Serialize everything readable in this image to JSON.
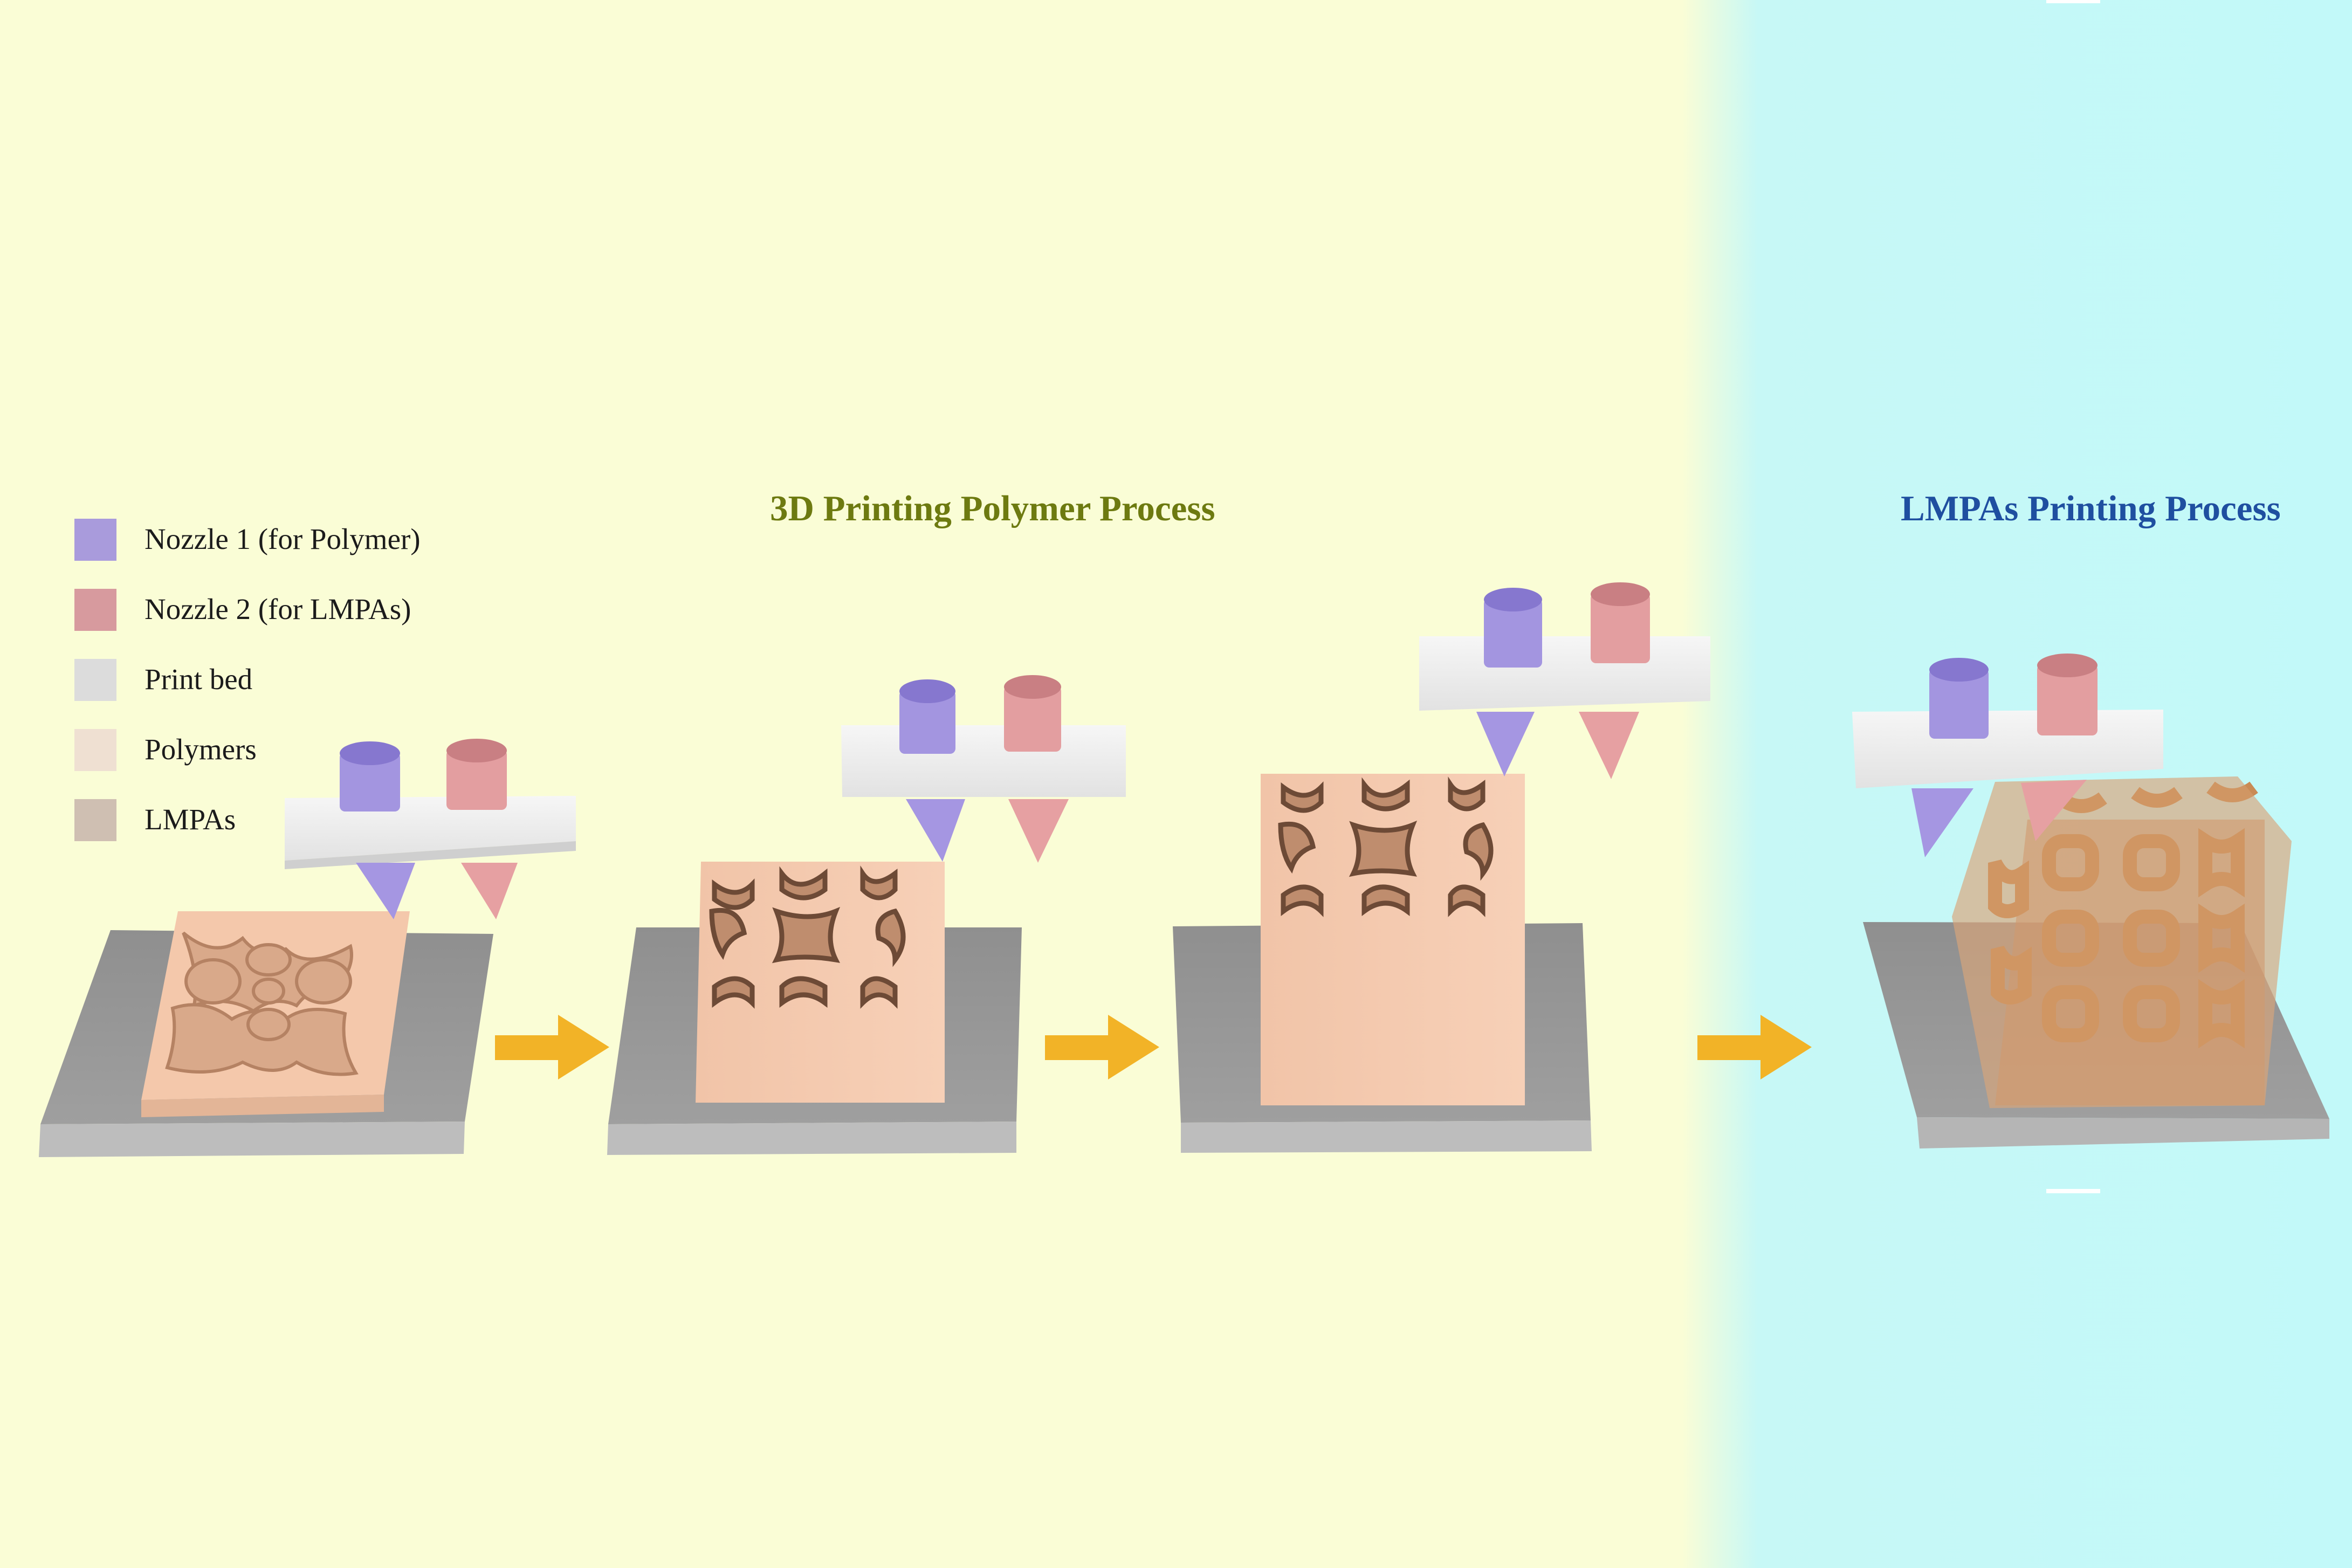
{
  "titles": {
    "polymer_process": "3D Printing Polymer Process",
    "lmpa_process": "LMPAs Printing Process"
  },
  "legend": [
    {
      "label": "Nozzle 1 (for Polymer)",
      "color": "#a99bdc"
    },
    {
      "label": "Nozzle 2 (for LMPAs)",
      "color": "#d79a9e"
    },
    {
      "label": "Print bed",
      "color": "#dcdcdc"
    },
    {
      "label": "Polymers",
      "color": "#efe0d2"
    },
    {
      "label": "LMPAs",
      "color": "#cfbfb2"
    }
  ],
  "colors": {
    "background_polymer": "#fafdd6",
    "background_lmpa": "#c2f9f9",
    "arrow": "#f2b327",
    "print_bed": "#a9a9a9",
    "polymer_block": "#f4c9ad",
    "nozzle_holder": "#ececec",
    "nozzle_1": "#a294e2",
    "nozzle_2": "#e39a9c",
    "lmpa_structure": "#c9915e"
  }
}
